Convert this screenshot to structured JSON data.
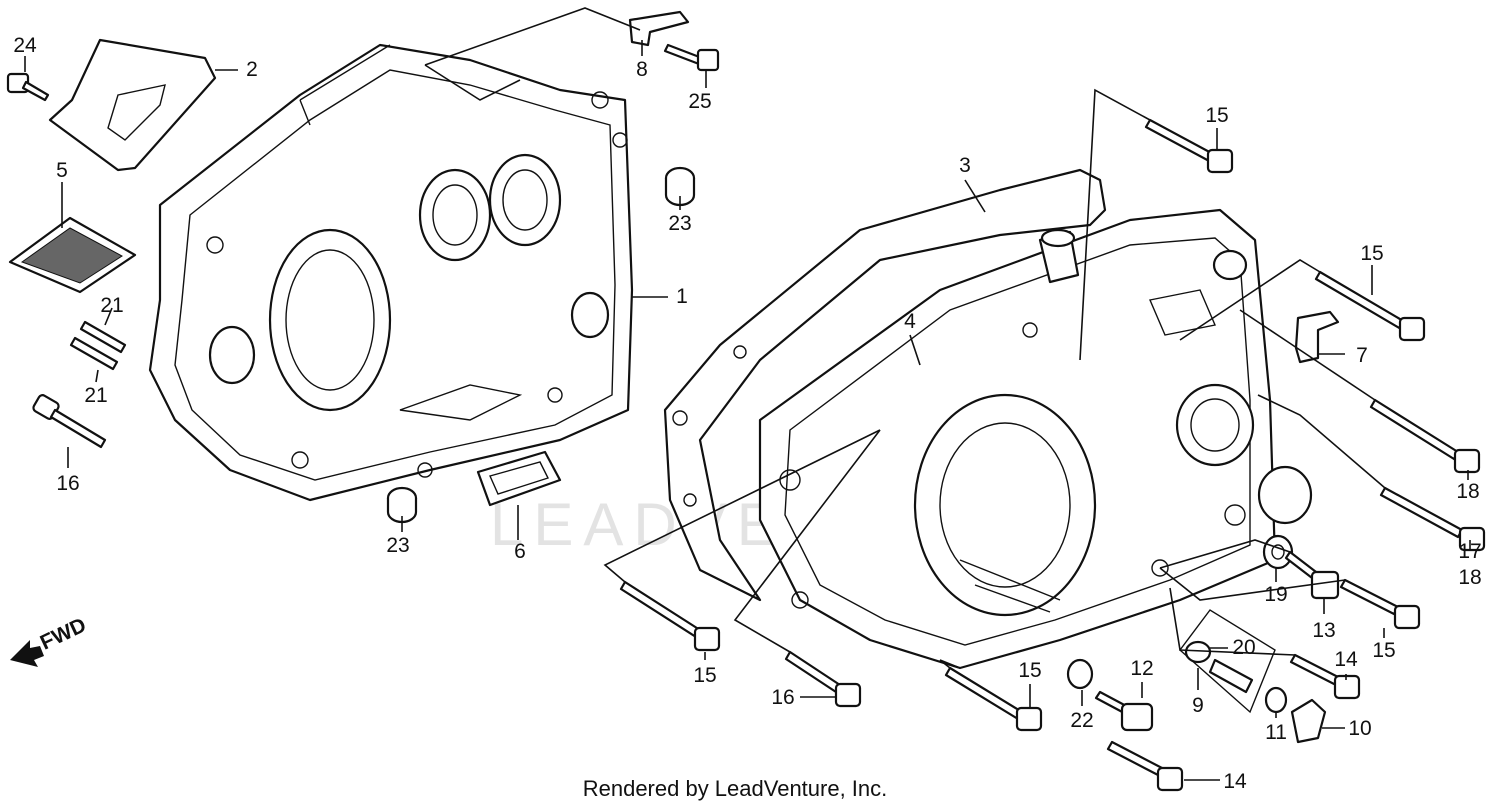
{
  "watermark": "LEADVENTURE",
  "footer": "Rendered by LeadVenture, Inc.",
  "fwd_label": "FWD",
  "callouts": {
    "c1": "1",
    "c2": "2",
    "c3": "3",
    "c4": "4",
    "c5": "5",
    "c6": "6",
    "c7": "7",
    "c8": "8",
    "c9": "9",
    "c10": "10",
    "c11": "11",
    "c12": "12",
    "c13": "13",
    "c14a": "14",
    "c14b": "14",
    "c15a": "15",
    "c15b": "15",
    "c15c": "15",
    "c15d": "15",
    "c15e": "15",
    "c16a": "16",
    "c16b": "16",
    "c17": "17",
    "c18a": "18",
    "c18b": "18",
    "c19": "19",
    "c20": "20",
    "c21a": "21",
    "c21b": "21",
    "c22": "22",
    "c23a": "23",
    "c23b": "23",
    "c24": "24",
    "c25": "25"
  }
}
